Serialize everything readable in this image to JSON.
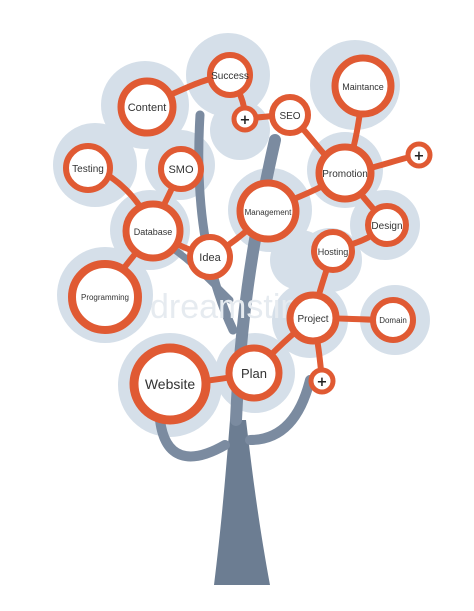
{
  "colors": {
    "background": "#ffffff",
    "halo": "#d5dfe9",
    "connector": "#e05a33",
    "node_ring": "#e05a33",
    "node_fill": "#ffffff",
    "trunk": "#6c7d92",
    "branch": "#7b8ba0",
    "text": "#333333"
  },
  "watermark": "dreamstime",
  "nodes": {
    "success": "Success",
    "content": "Content",
    "seo": "SEO",
    "maintance": "Maintance",
    "testing": "Testing",
    "smo": "SMO",
    "promotion": "Promotion",
    "management": "Management",
    "database": "Database",
    "idea": "Idea",
    "design": "Design",
    "hosting": "Hosting",
    "programming": "Programming",
    "project": "Project",
    "domain": "Domain",
    "website": "Website",
    "plan": "Plan"
  },
  "plus_buttons": [
    "+",
    "+",
    "+"
  ]
}
